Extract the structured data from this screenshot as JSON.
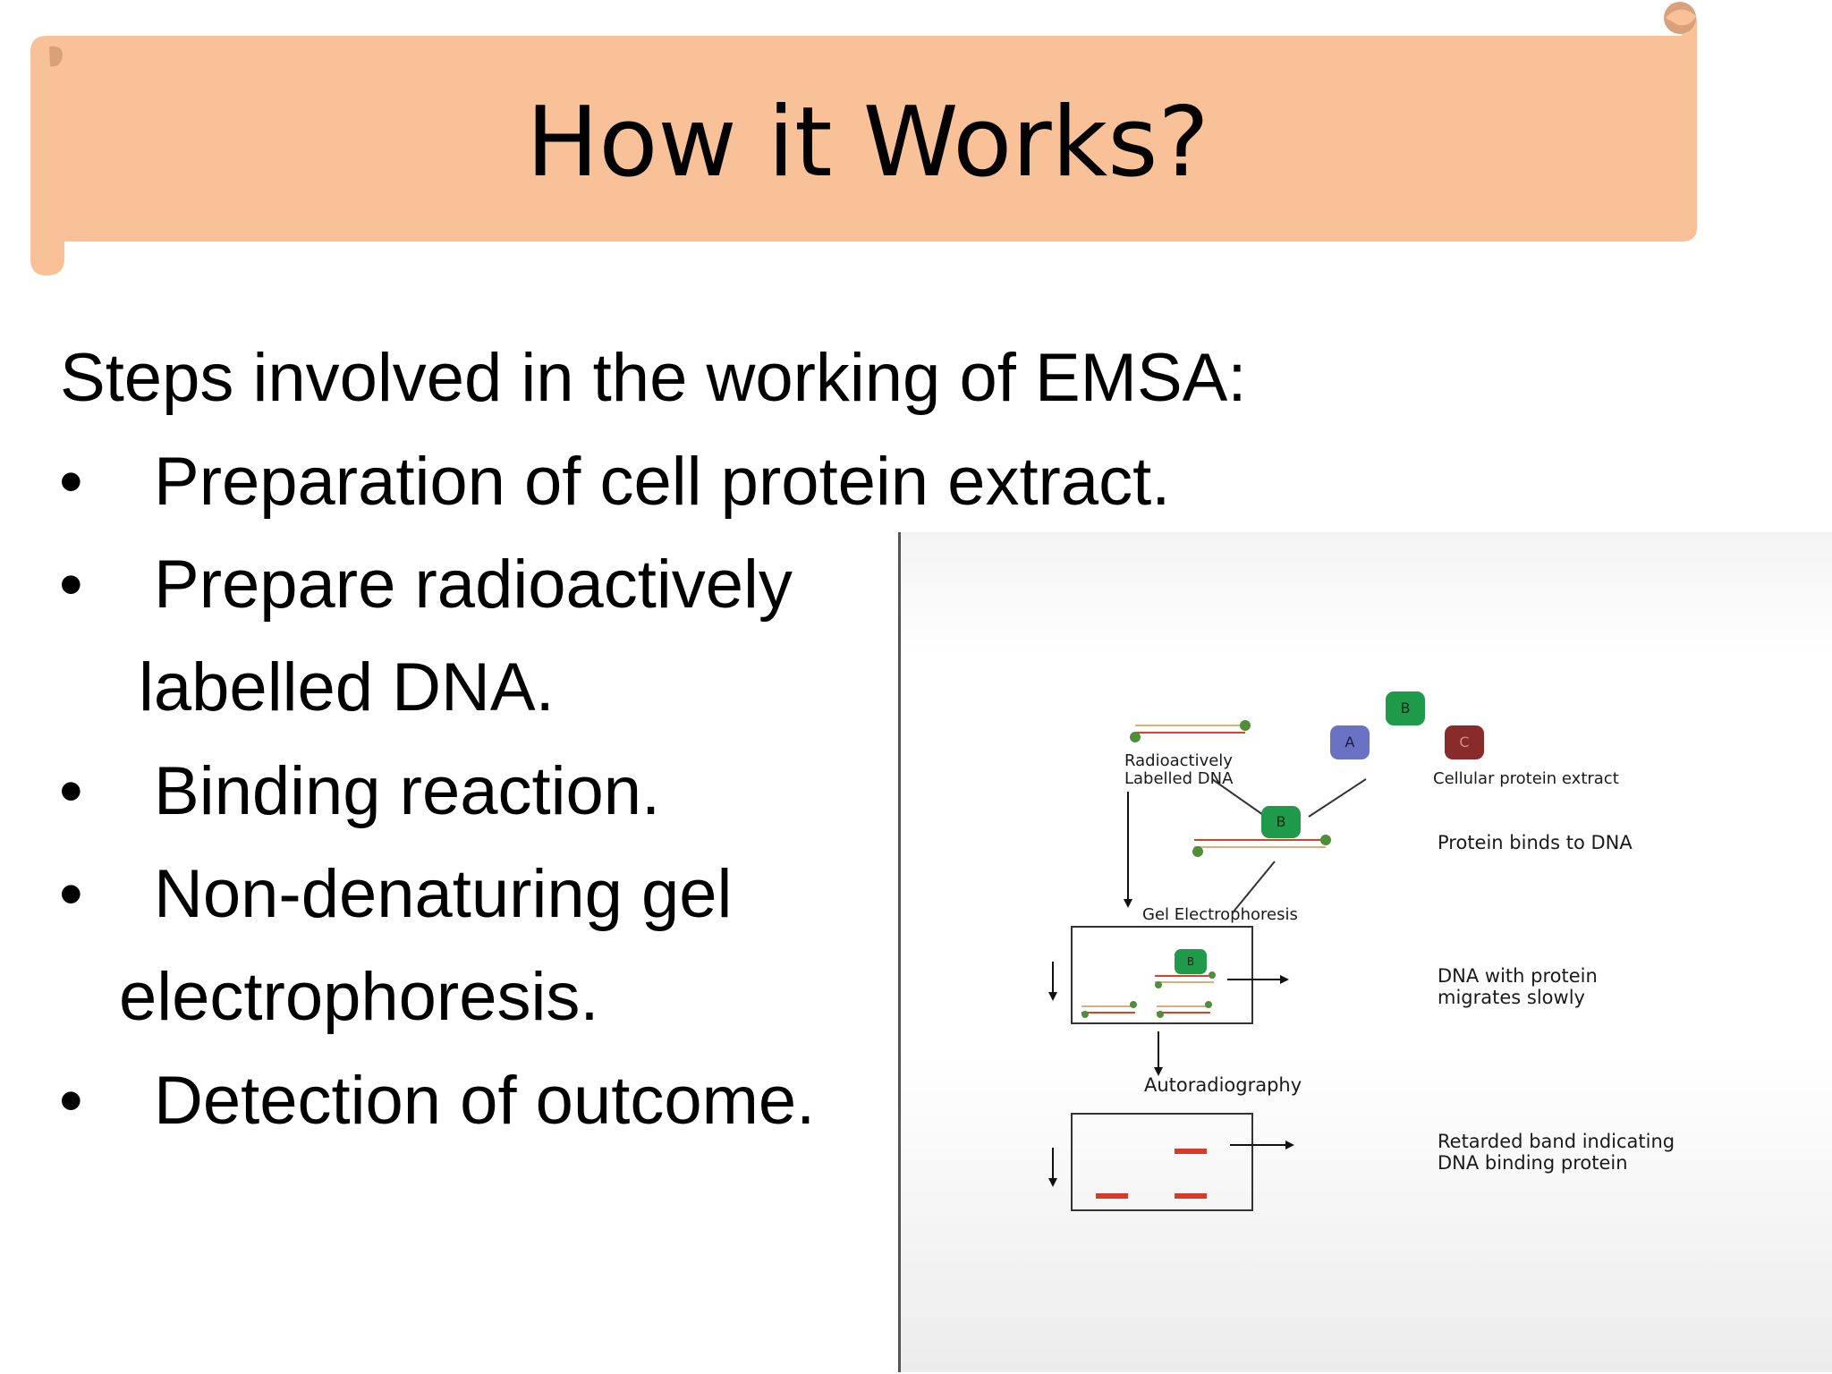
{
  "slide": {
    "title": "How it Works?",
    "heading": "Steps involved in the working of EMSA:",
    "bullet_char": "•",
    "bullets": [
      "Preparation of cell protein extract.",
      "Prepare radioactively",
      "Binding reaction.",
      "Non-denaturing gel",
      "Detection of outcome."
    ],
    "continuations": [
      "labelled DNA.",
      "electrophoresis."
    ]
  },
  "diagram": {
    "labels": {
      "radio_line1": "Radioactively",
      "radio_line2": "Labelled DNA",
      "cellular_extract": "Cellular protein extract",
      "protein_binds": "Protein binds to DNA",
      "gel_electrophoresis": "Gel Electrophoresis",
      "migrates_line1": "DNA with protein",
      "migrates_line2": "migrates slowly",
      "autoradiography": "Autoradiography",
      "retarded_line1": "Retarded band indicating",
      "retarded_line2": "DNA binding protein"
    },
    "proteins": {
      "a": "A",
      "b": "B",
      "c": "C"
    },
    "colors": {
      "banner": "#f8c197",
      "protein_a": "#6a72c4",
      "protein_b": "#1f9a4a",
      "protein_c": "#8a2b2b",
      "dna_red": "#d9412b",
      "dna_tan": "#d6b07a",
      "label_green": "#4f8f3a",
      "band": "#d63b2a"
    }
  }
}
